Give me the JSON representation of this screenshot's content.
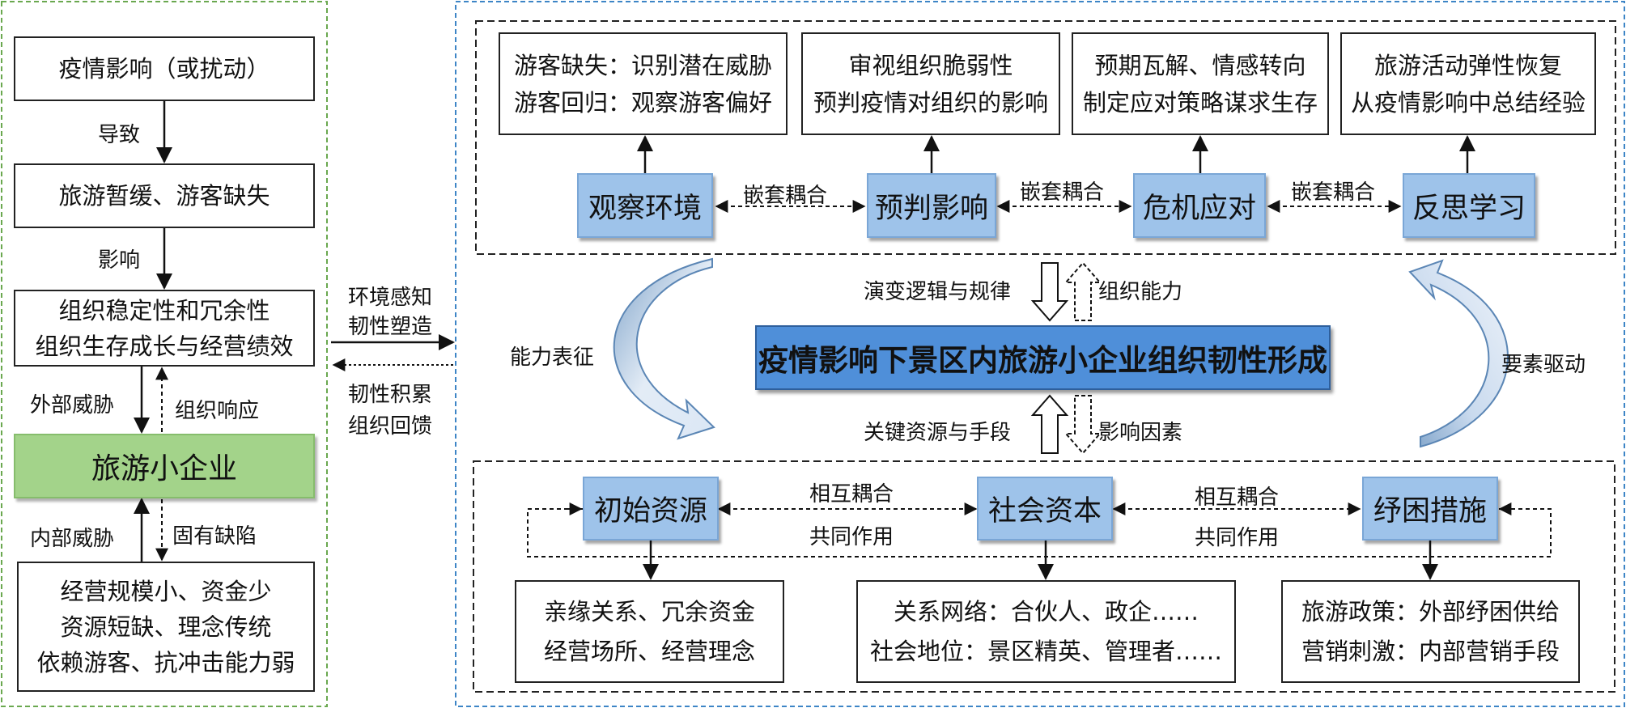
{
  "left_panel": {
    "box_epidemic": "疫情影响（或扰动）",
    "label_lead_to": "导致",
    "box_tourism_pause": "旅游暂缓、游客缺失",
    "label_affect": "影响",
    "box_org_lines": [
      "组织稳定性和冗余性",
      "组织生存成长与经营绩效"
    ],
    "label_external_threat": "外部威胁",
    "label_org_response": "组织响应",
    "box_small_enterprise": "旅游小企业",
    "label_internal_threat": "内部威胁",
    "label_inherent_defect": "固有缺陷",
    "box_defects_lines": [
      "经营规模小、资金少",
      "资源短缺、理念传统",
      "依赖游客、抗冲击能力弱"
    ]
  },
  "middle": {
    "forward_lines": [
      "环境感知",
      "韧性塑造"
    ],
    "back_lines": [
      "韧性积累",
      "组织回馈"
    ]
  },
  "top_panel": {
    "desc_boxes": [
      {
        "lines": [
          "游客缺失：识别潜在威胁",
          "游客回归：观察游客偏好"
        ]
      },
      {
        "lines": [
          "审视组织脆弱性",
          "预判疫情对组织的影响"
        ]
      },
      {
        "lines": [
          "预期瓦解、情感转向",
          "制定应对策略谋求生存"
        ]
      },
      {
        "lines": [
          "旅游活动弹性恢复",
          "从疫情影响中总结经验"
        ]
      }
    ],
    "stages": [
      "观察环境",
      "预判影响",
      "危机应对",
      "反思学习"
    ],
    "coupling_labels": [
      "嵌套耦合",
      "嵌套耦合",
      "嵌套耦合"
    ]
  },
  "center": {
    "title": "疫情影响下景区内旅游小企业组织韧性形成",
    "label_evolution": "演变逻辑与规律",
    "label_org_capability": "组织能力",
    "label_key_resources": "关键资源与手段",
    "label_influence_factors": "影响因素",
    "label_capability_char": "能力表征",
    "label_element_drive": "要素驱动"
  },
  "bottom_panel": {
    "resources": [
      "初始资源",
      "社会资本",
      "纾困措施"
    ],
    "mutual_labels": [
      "相互耦合",
      "相互耦合"
    ],
    "joint_labels": [
      "共同作用",
      "共同作用"
    ],
    "detail_boxes": [
      {
        "lines": [
          "亲缘关系、冗余资金",
          "经营场所、经营理念"
        ]
      },
      {
        "lines": [
          "关系网络：合伙人、政企……",
          "社会地位：景区精英、管理者……"
        ]
      },
      {
        "lines": [
          "旅游政策：外部纾困供给",
          "营销刺激：内部营销手段"
        ]
      }
    ]
  },
  "colors": {
    "stage_fill": "#9ec3ea",
    "center_fill": "#4f8fd9",
    "enterprise_fill": "#a3d38a",
    "left_frame": "#6aa84f",
    "right_frame": "#3d85c6"
  }
}
